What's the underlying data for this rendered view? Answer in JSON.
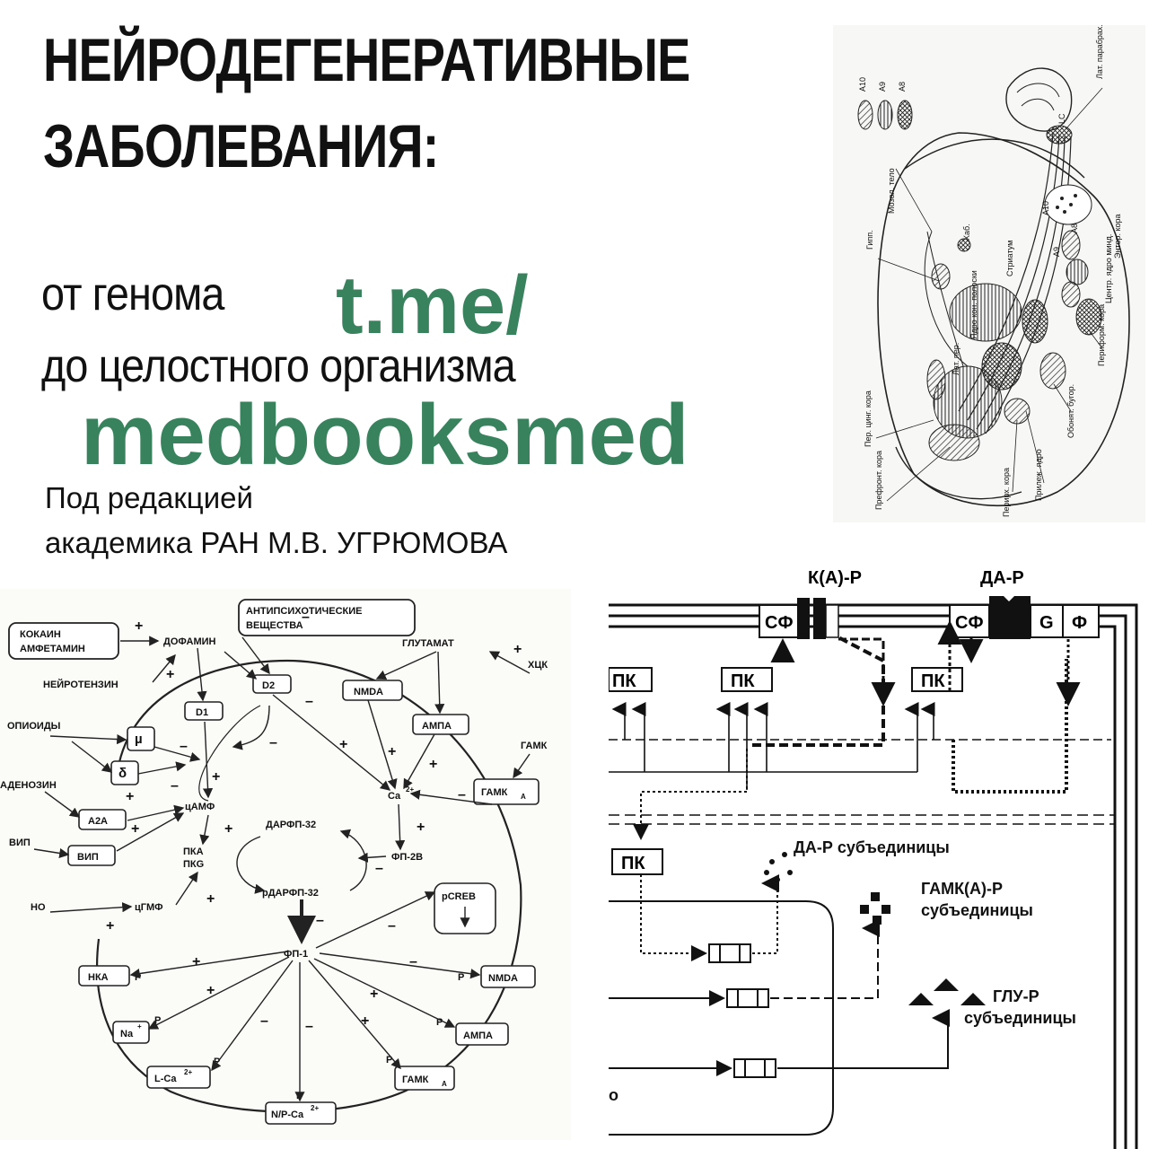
{
  "title": {
    "line1": "НЕЙРОДЕГЕНЕРАТИВНЫЕ",
    "line2": "ЗАБОЛЕВАНИЯ:"
  },
  "subtitle": {
    "line1": "от генома",
    "line2": "до целостного организма"
  },
  "watermark": {
    "line1": "t.me/",
    "line2": "medbooksmed",
    "color": "#2e7d55"
  },
  "editor": {
    "line1": "Под редакцией",
    "line2": "академика РАН М.В. УГРЮМОВА"
  },
  "brain": {
    "legend": [
      "A10",
      "A9",
      "A8"
    ],
    "labels": {
      "lat_para": "Лат. парабрах. ядро",
      "lc": "LC",
      "mozol": "Мозол. тело",
      "a10": "A10",
      "a8": "A8",
      "a9": "A9",
      "hab": "Хаб.",
      "gipp": "Гипп.",
      "striatum": "Стриатум",
      "entor": "Энтор. кора",
      "centr": "Центр. ядро минд.",
      "yadro_kon": "Ядро кон. полоски",
      "lat_per": "Лат. пер.",
      "periform": "Периформ. кора",
      "per_cing": "Пер. цинг. кора",
      "obon": "Обонят. бугор.",
      "prefront": "Префронт. кора",
      "prilezh": "Прилеж. ядро",
      "perirh": "Перирх. кора"
    }
  },
  "signal": {
    "nodes": {
      "cocaine": [
        "КОКАИН",
        "АМФЕТАМИН"
      ],
      "antipsy": [
        "АНТИПСИХОТИЧЕСКИЕ",
        "ВЕЩЕСТВА"
      ],
      "dopamine": "ДОФАМИН",
      "neurotensin": "НЕЙРОТЕНЗИН",
      "glutamate": "ГЛУТАМАТ",
      "hck": "ХЦК",
      "opioids": "ОПИОИДЫ",
      "adenosine": "АДЕНОЗИН",
      "vip_label": "ВИП",
      "no": "НО",
      "gaba": "ГАМК",
      "d1": "D1",
      "d2": "D2",
      "nmda_top": "NMDA",
      "ampa_top": "АМПА",
      "mu": "µ",
      "delta": "δ",
      "a2a": "A2A",
      "vip_box": "ВИП",
      "gabaa_top": "ГАМК",
      "camp": "цАМФ",
      "pka": [
        "ПКА",
        "ПКG"
      ],
      "cgmp": "цГМФ",
      "darpp": "ДАРФП-32",
      "pdarpp": "рДАРФП-32",
      "ca": "Ca",
      "pp2b": "ФП-2В",
      "pcreb": "pCREB",
      "pp1": "ФП-1",
      "nka": "НКА",
      "na": "Na",
      "lca": "L-Ca",
      "npca": "N/P-Ca",
      "gabaa_bot": "ГАМК",
      "ampa_bot": "АМПА",
      "nmda_bot": "NMDA",
      "sub_a": "A",
      "sup_2plus": "2+",
      "sup_plus": "+",
      "p": "P",
      "plus": "+",
      "minus": "–"
    }
  },
  "receptor": {
    "labels": {
      "gaba_r": "К(А)-Р",
      "da_r": "ДА-Р",
      "sf": "СФ",
      "g": "G",
      "f": "Ф",
      "pk": "ПК",
      "da_sub": "ДА-Р субъединицы",
      "gaba_sub": [
        "ГАМК(А)-Р",
        "субъединицы"
      ],
      "glu_sub": [
        "ГЛУ-Р",
        "субъединицы"
      ],
      "o": "о"
    }
  }
}
